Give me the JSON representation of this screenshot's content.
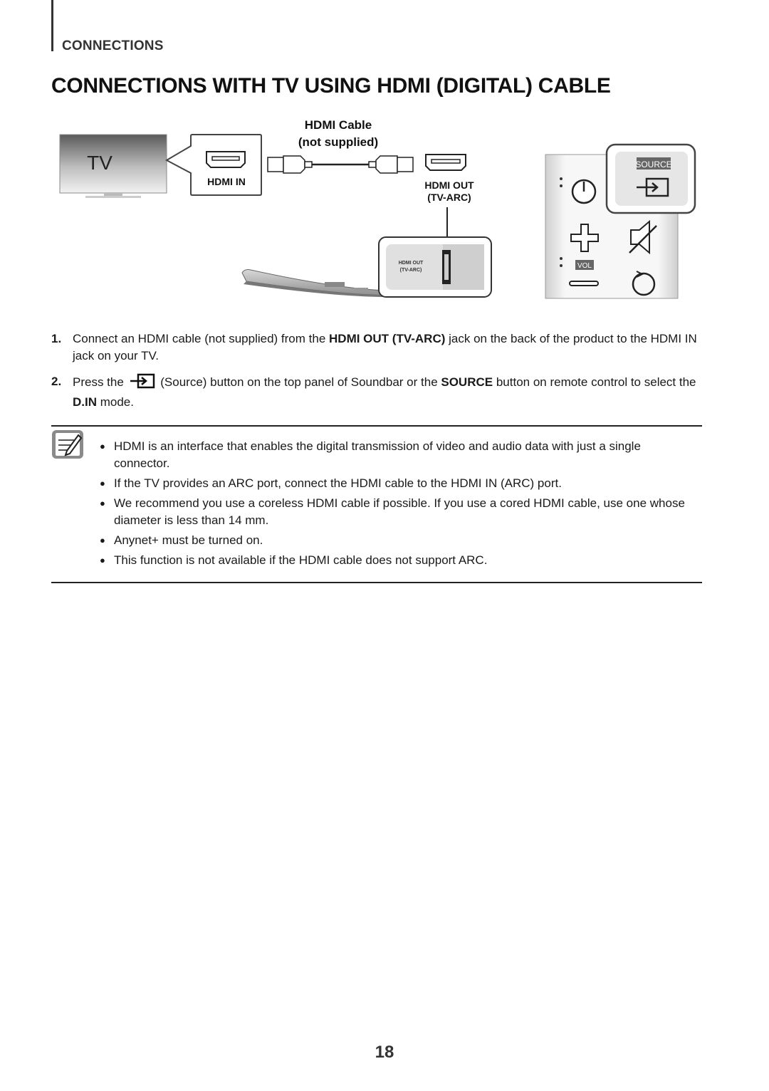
{
  "header": {
    "section_label": "CONNECTIONS",
    "page_title": "CONNECTIONS WITH TV USING HDMI (DIGITAL) CABLE"
  },
  "diagram": {
    "tv_label": "TV",
    "hdmi_in_label": "HDMI IN",
    "cable_label_line1": "HDMI Cable",
    "cable_label_line2": "(not supplied)",
    "hdmi_out_label_line1": "HDMI OUT",
    "hdmi_out_label_line2": "(TV-ARC)",
    "panel_port_line1": "HDMI OUT",
    "panel_port_line2": "(TV-ARC)",
    "remote_source_label": "SOURCE",
    "remote_vol_label": "VOL"
  },
  "steps": [
    {
      "number": "1.",
      "text_a": "Connect an HDMI cable (not supplied) from the ",
      "bold_a": "HDMI OUT (TV-ARC)",
      "text_b": " jack on the back of the product to the HDMI IN jack on your TV."
    },
    {
      "number": "2.",
      "text_a": "Press the ",
      "text_b": " (Source) button on the top panel of Soundbar or the ",
      "bold_a": "SOURCE",
      "text_c": " button on remote control to select the ",
      "bold_b": "D.IN",
      "text_d": " mode."
    }
  ],
  "notes": [
    "HDMI is an interface that enables the digital transmission of video and audio data with just a single connector.",
    "If the TV provides an ARC port, connect the HDMI cable to the HDMI IN (ARC) port.",
    "We recommend you use a coreless HDMI cable if possible. If you use a cored HDMI cable, use one whose diameter is less than 14 mm.",
    "Anynet+ must be turned on.",
    "This function is not available if the HDMI cable does not support ARC."
  ],
  "footer": {
    "page_number": "18"
  }
}
